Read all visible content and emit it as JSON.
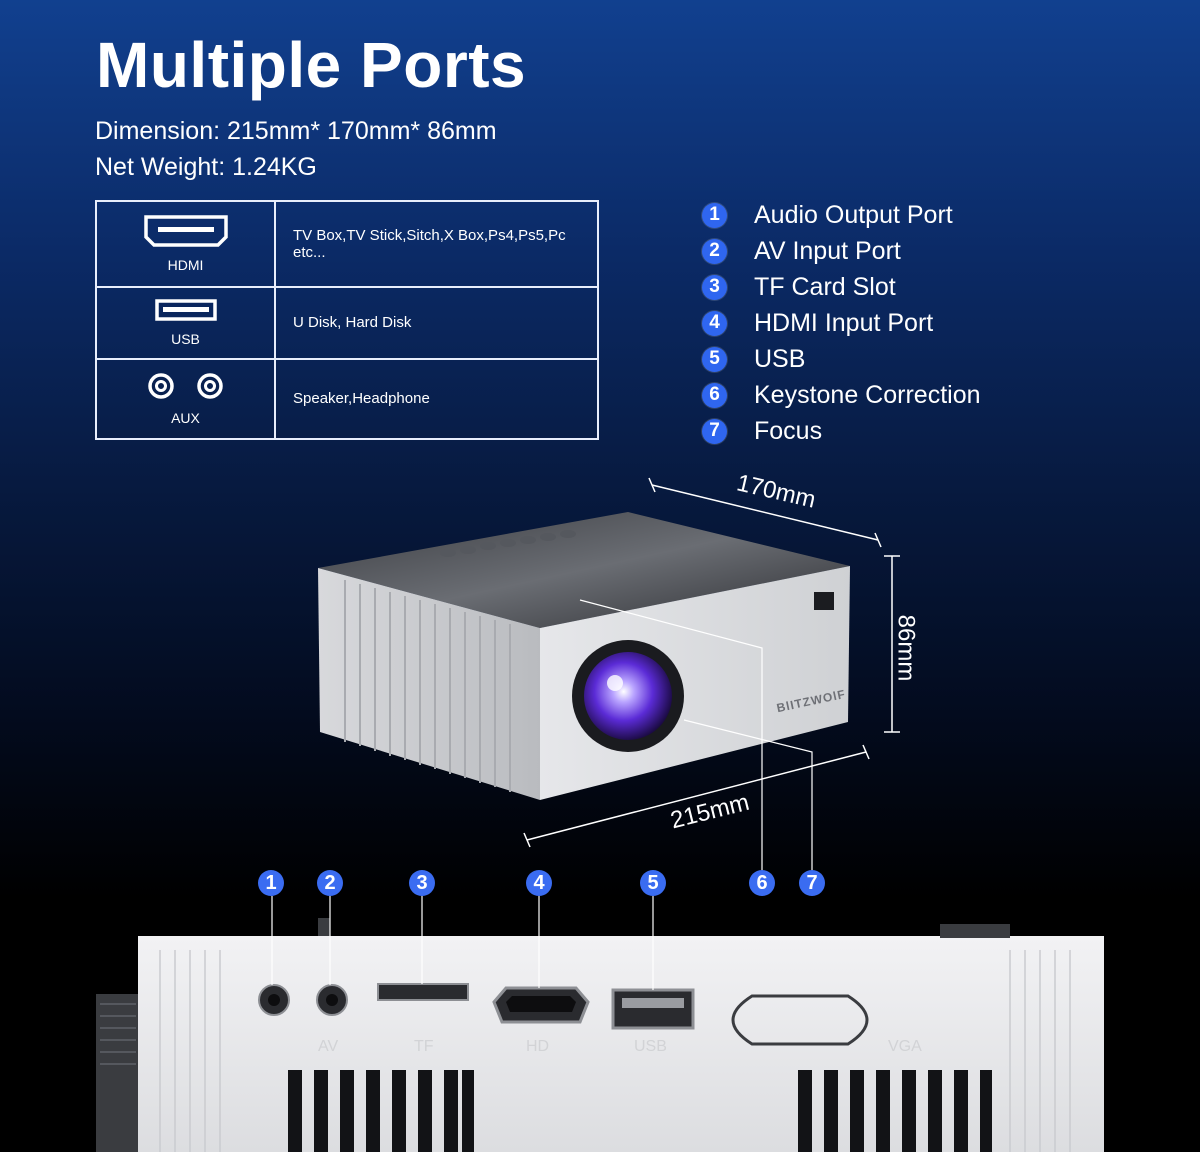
{
  "header": {
    "title": "Multiple Ports",
    "dimension": "Dimension: 215mm* 170mm* 86mm",
    "weight": "Net Weight: 1.24KG"
  },
  "port_table": [
    {
      "icon": "hdmi-icon",
      "type": "HDMI",
      "devices": "TV Box,TV Stick,Sitch,X Box,Ps4,Ps5,Pc etc..."
    },
    {
      "icon": "usb-icon",
      "type": "USB",
      "devices": "U Disk, Hard Disk"
    },
    {
      "icon": "aux-icon",
      "type": "AUX",
      "devices": "Speaker,Headphone"
    }
  ],
  "legend": [
    {
      "num": "1",
      "label": "Audio Output Port"
    },
    {
      "num": "2",
      "label": "AV Input Port"
    },
    {
      "num": "3",
      "label": "TF Card Slot"
    },
    {
      "num": "4",
      "label": "HDMI Input Port"
    },
    {
      "num": "5",
      "label": "USB"
    },
    {
      "num": "6",
      "label": "Keystone Correction"
    },
    {
      "num": "7",
      "label": "Focus"
    }
  ],
  "dimensions": {
    "width": "170mm",
    "height": "86mm",
    "length": "215mm"
  },
  "brand": "BlITZWOlF",
  "panel_labels": [
    "AV",
    "TF",
    "HD",
    "USB",
    "VGA"
  ],
  "colors": {
    "accent": "#2f66f0",
    "background_top": "#11408f",
    "background_bottom": "#000000"
  }
}
